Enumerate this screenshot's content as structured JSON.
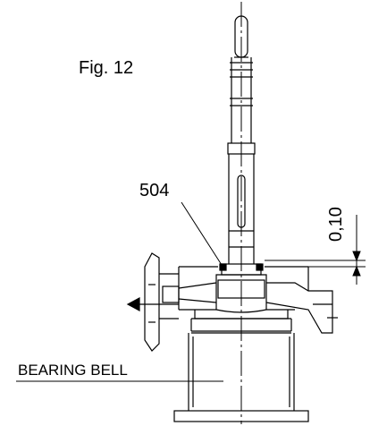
{
  "figure": {
    "title": "Fig. 12",
    "part_number": "504",
    "gap_dimension": "0,10",
    "component_label": "BEARING BELL"
  },
  "colors": {
    "ink": "#000000",
    "paper": "#ffffff"
  }
}
